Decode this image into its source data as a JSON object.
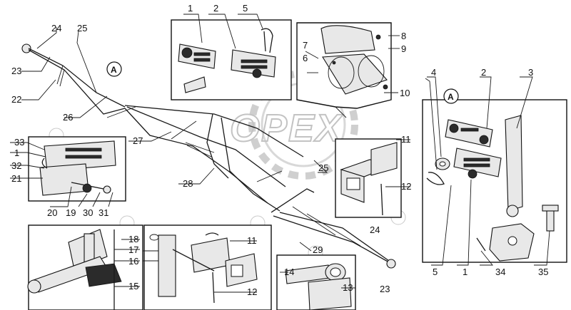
{
  "diagram": {
    "callouts": {
      "n1_top": "1",
      "n2_top": "2",
      "n5_top": "5",
      "n7": "7",
      "n6": "6",
      "n8": "8",
      "n9": "9",
      "n10": "10",
      "n24_top": "24",
      "n25_top": "25",
      "n23_left": "23",
      "n22": "22",
      "n26": "26",
      "n27": "27",
      "n28": "28",
      "n25_mid": "25",
      "n33": "33",
      "n1_left": "1",
      "n32": "32",
      "n21": "21",
      "n20": "20",
      "n19": "19",
      "n30": "30",
      "n31": "31",
      "n11_right": "11",
      "n12_right": "12",
      "n18": "18",
      "n17": "17",
      "n16": "16",
      "n15": "15",
      "n11_bottom": "11",
      "n12_bottom": "12",
      "n29": "29",
      "n14": "14",
      "n13": "13",
      "n24_bottom": "24",
      "n23_bottom": "23",
      "n4": "4",
      "n2_right": "2",
      "n3": "3",
      "n5_right": "5",
      "n1_right": "1",
      "n34": "34",
      "n35": "35"
    },
    "view_marker_main": "A",
    "view_marker_detail": "A"
  },
  "watermark": {
    "text": "OPEX",
    "logo": "gear-logo"
  },
  "colors": {
    "ink": "#111111",
    "watermark": "#b9b9b9",
    "background": "#ffffff"
  }
}
